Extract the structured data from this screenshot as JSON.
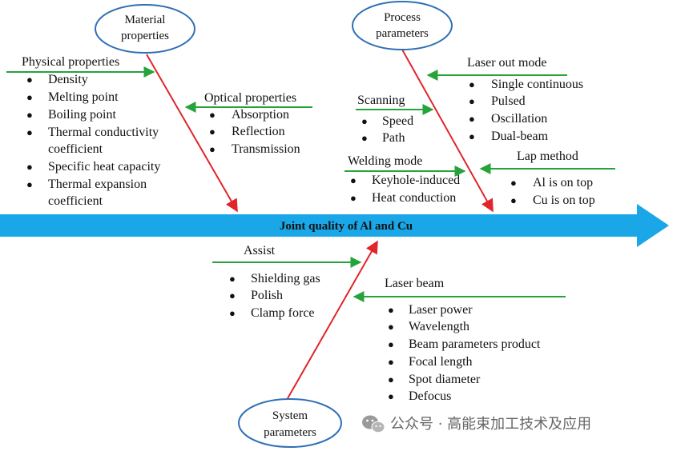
{
  "spine": {
    "label": "Joint quality of Al and Cu",
    "color": "#1aa7e8"
  },
  "colors": {
    "red": "#e0262b",
    "green": "#27a33b",
    "oval": "#2f6fb5"
  },
  "ovals": {
    "material": [
      "Material",
      "properties"
    ],
    "process": [
      "Process",
      "parameters"
    ],
    "system": [
      "System",
      "parameters"
    ]
  },
  "groups": {
    "physical": {
      "label": "Physical properties",
      "items": [
        [
          "Density"
        ],
        [
          "Melting point"
        ],
        [
          "Boiling point"
        ],
        [
          "Thermal conductivity",
          "coefficient"
        ],
        [
          "Specific heat capacity"
        ],
        [
          "Thermal expansion",
          "coefficient"
        ]
      ]
    },
    "optical": {
      "label": "Optical properties",
      "items": [
        [
          "Absorption"
        ],
        [
          "Reflection"
        ],
        [
          "Transmission"
        ]
      ]
    },
    "scanning": {
      "label": "Scanning",
      "items": [
        [
          "Speed"
        ],
        [
          "Path"
        ]
      ]
    },
    "welding": {
      "label": "Welding mode",
      "items": [
        [
          "Keyhole-induced"
        ],
        [
          "Heat conduction"
        ]
      ]
    },
    "laserout": {
      "label": "Laser out mode",
      "items": [
        [
          "Single continuous"
        ],
        [
          "Pulsed"
        ],
        [
          "Oscillation"
        ],
        [
          "Dual-beam"
        ]
      ]
    },
    "lap": {
      "label": "Lap method",
      "items": [
        [
          "Al is on top"
        ],
        [
          "Cu is on top"
        ]
      ]
    },
    "assist": {
      "label": "Assist",
      "items": [
        [
          "Shielding gas"
        ],
        [
          "Polish"
        ],
        [
          "Clamp force"
        ]
      ]
    },
    "laserbeam": {
      "label": "Laser beam",
      "items": [
        [
          "Laser power"
        ],
        [
          "Wavelength"
        ],
        [
          "Beam parameters product"
        ],
        [
          "Focal length"
        ],
        [
          "Spot diameter"
        ],
        [
          "Defocus"
        ]
      ]
    }
  },
  "watermark": {
    "icon": "wechat-icon",
    "text": "公众号 · 高能束加工技术及应用"
  }
}
